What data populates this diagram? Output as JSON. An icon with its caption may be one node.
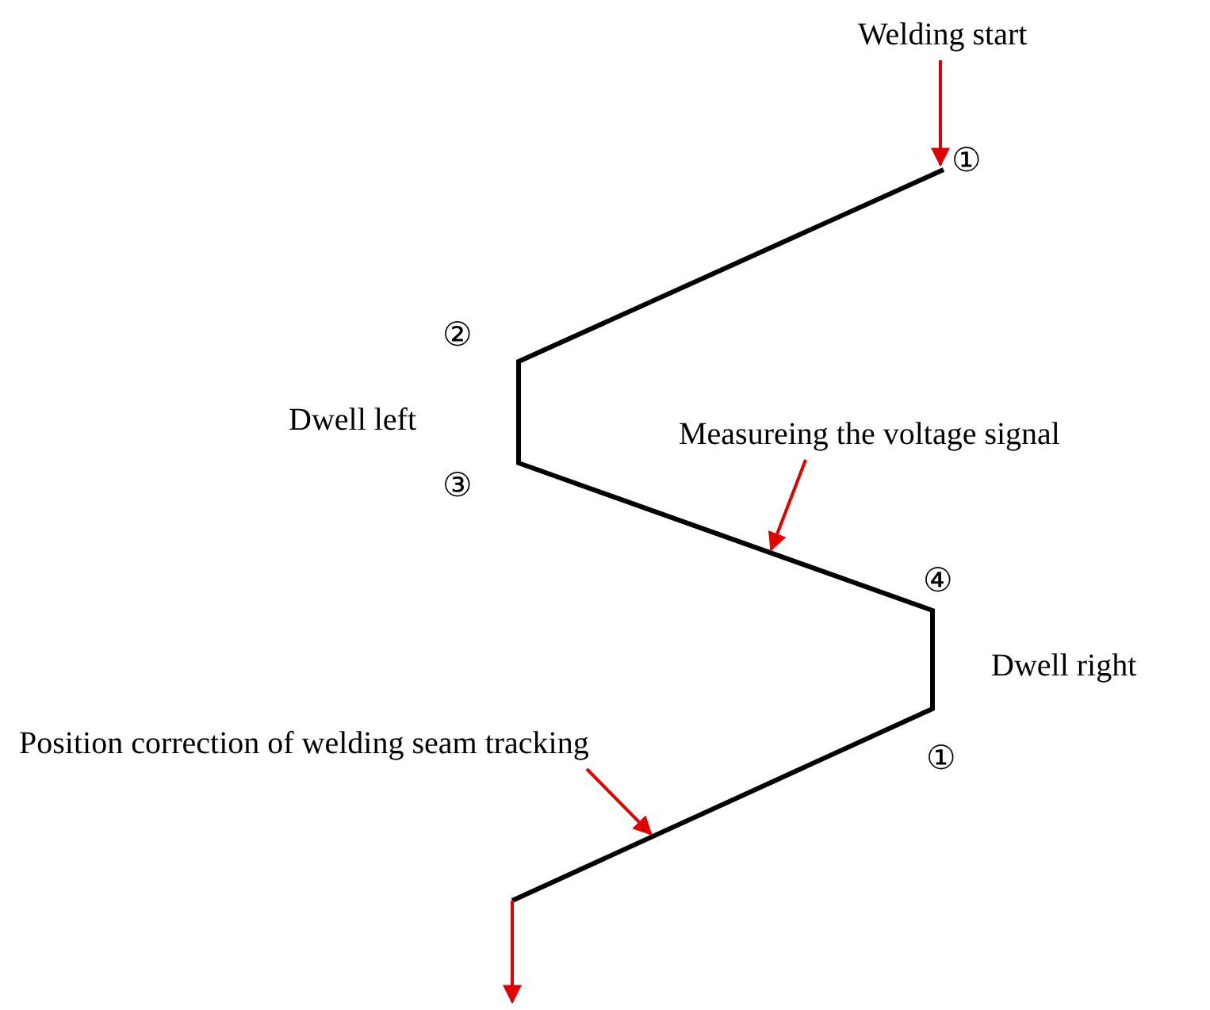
{
  "diagram": {
    "nodes": [
      {
        "text": [
          "Welding start"
        ]
      },
      {
        "text": [
          "Measureing the voltage signal"
        ]
      },
      {
        "text": [
          "Position correction of welding seam tracking"
        ]
      },
      {
        "text": [],
        "shape": "line"
      }
    ],
    "edges": [
      {
        "from": 0,
        "to": 3,
        "arrow": "to"
      },
      {
        "from": 1,
        "to": 3,
        "arrow": "to"
      },
      {
        "from": 2,
        "to": 3,
        "arrow": "to"
      },
      {
        "from": 3,
        "to": null,
        "arrow": "to"
      }
    ],
    "labels": [
      "①",
      "②",
      "Dwell left",
      "③",
      "④",
      "Dwell right",
      "①"
    ]
  }
}
